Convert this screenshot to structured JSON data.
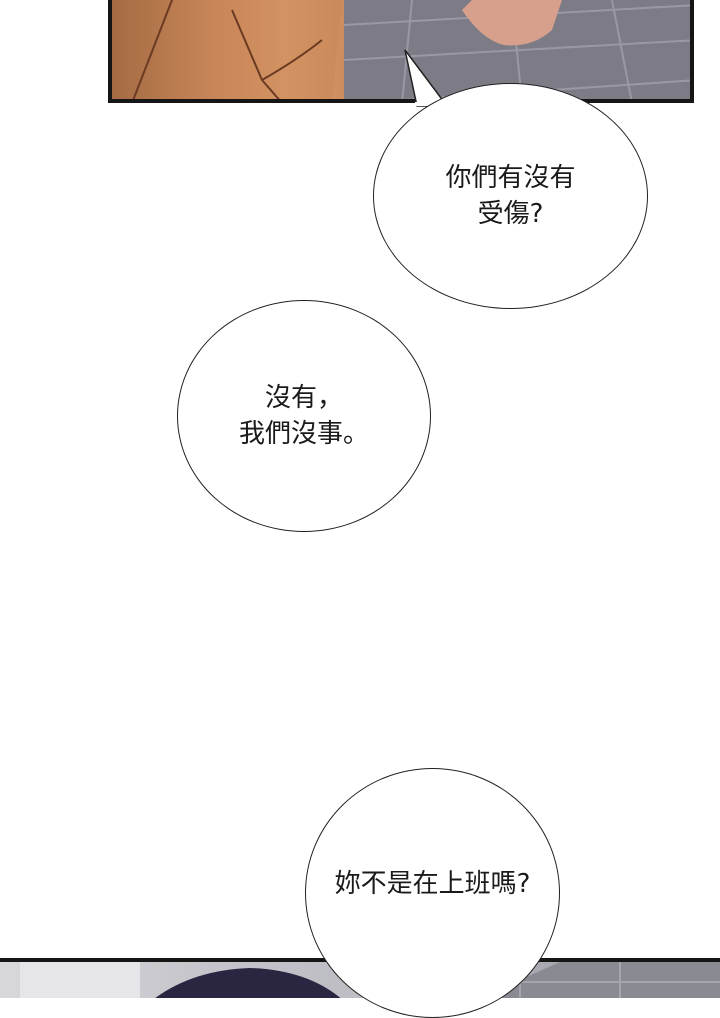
{
  "bubbles": {
    "question_injured": "你們有沒有\n受傷?",
    "answer_fine": "沒有，\n我們沒事。",
    "question_work": "妳不是在上班嗎?"
  },
  "colors": {
    "bubble_fill": "#ffffff",
    "bubble_stroke": "#222222",
    "panel_border": "#151515"
  }
}
